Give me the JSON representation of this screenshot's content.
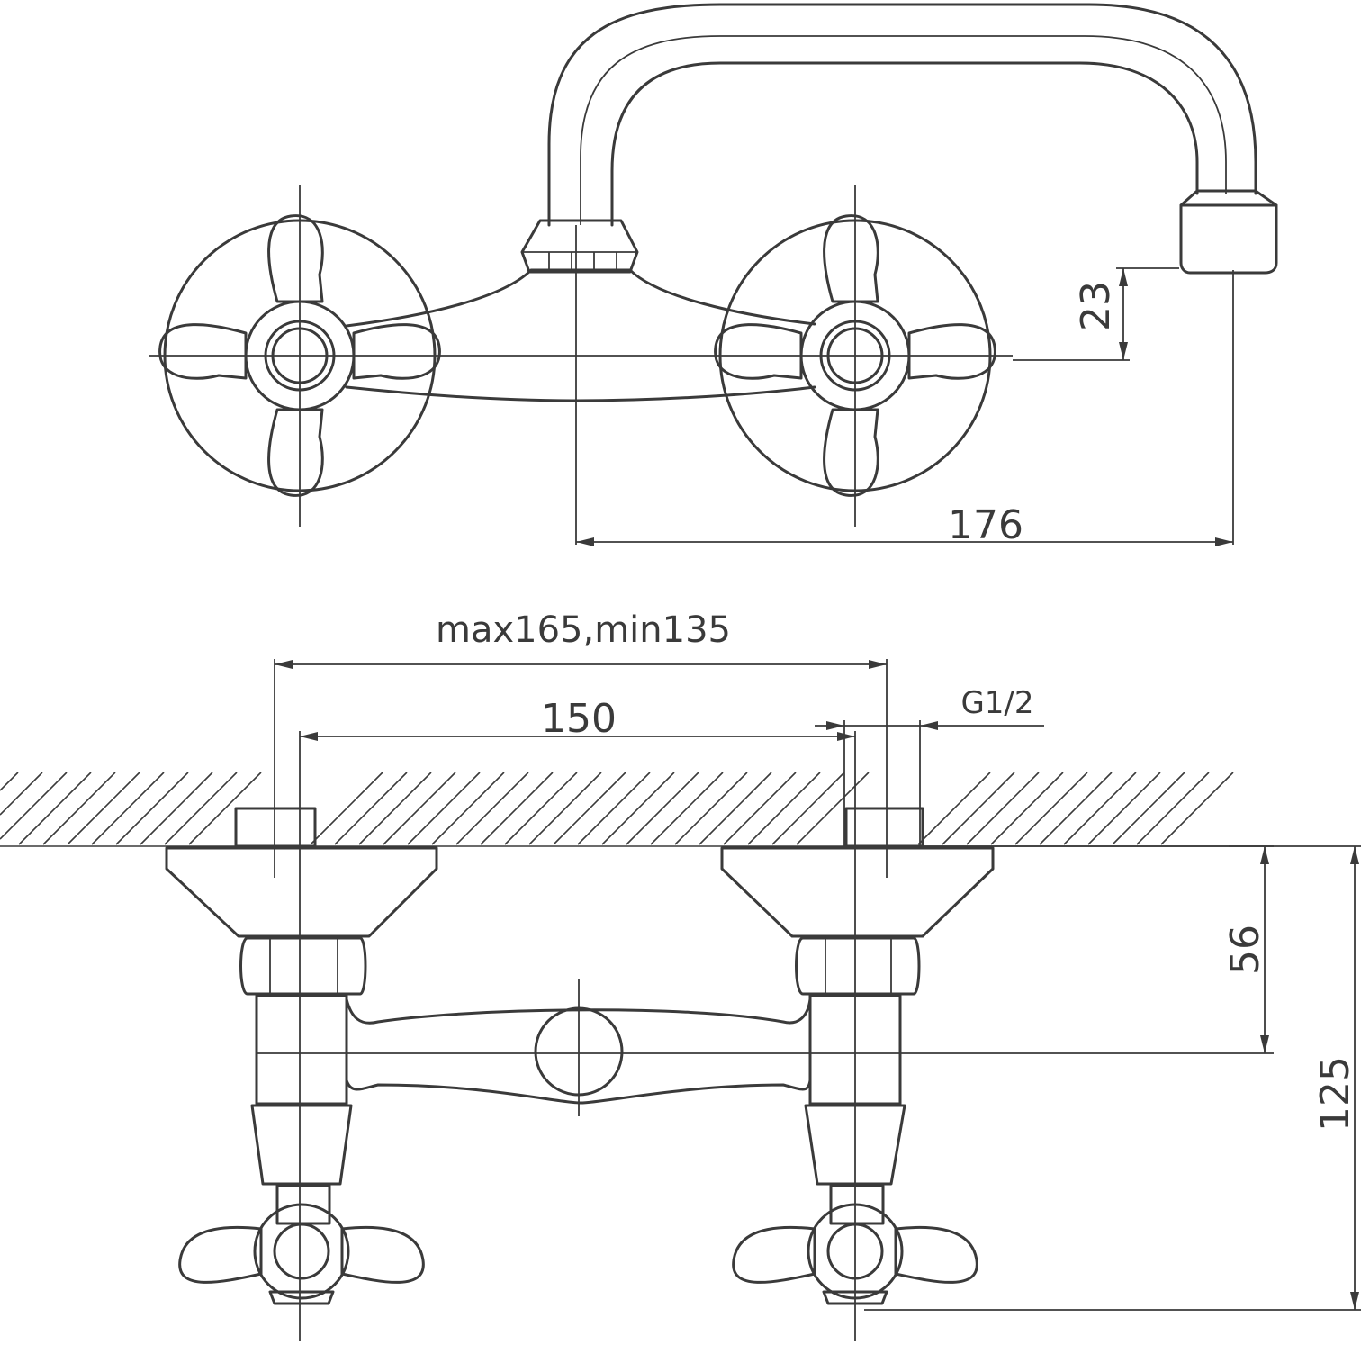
{
  "dimensions": {
    "spout_height": "23",
    "spout_reach": "176",
    "spacing_range": "max165,min135",
    "spacing_nominal": "150",
    "thread": "G1/2",
    "center_to_wall": "56",
    "total_depth": "125"
  },
  "colors": {
    "line": "#3a3a3a",
    "background": "#ffffff"
  }
}
